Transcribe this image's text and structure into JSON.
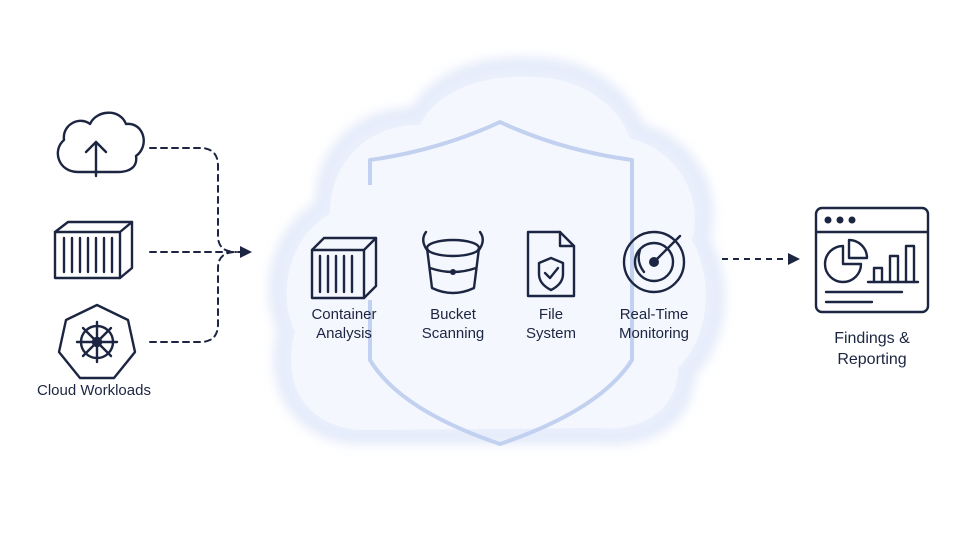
{
  "sources": {
    "group_label": "Cloud Workloads",
    "items": [
      {
        "icon": "cloud-upload-icon"
      },
      {
        "icon": "shipping-container-icon"
      },
      {
        "icon": "kubernetes-helm-icon"
      }
    ]
  },
  "scanners": [
    {
      "icon": "shipping-container-icon",
      "line1": "Container",
      "line2": "Analysis"
    },
    {
      "icon": "bucket-icon",
      "line1": "Bucket",
      "line2": "Scanning"
    },
    {
      "icon": "file-shield-icon",
      "line1": "File",
      "line2": "System"
    },
    {
      "icon": "radar-icon",
      "line1": "Real-Time",
      "line2": "Monitoring"
    }
  ],
  "output": {
    "icon": "dashboard-window-icon",
    "line1": "Findings &",
    "line2": "Reporting"
  },
  "colors": {
    "ink": "#1c2541",
    "cloud_fill": "#f1f5fd",
    "cloud_edge": "#c9d7f3",
    "shield_edge": "#c2d1f0"
  }
}
